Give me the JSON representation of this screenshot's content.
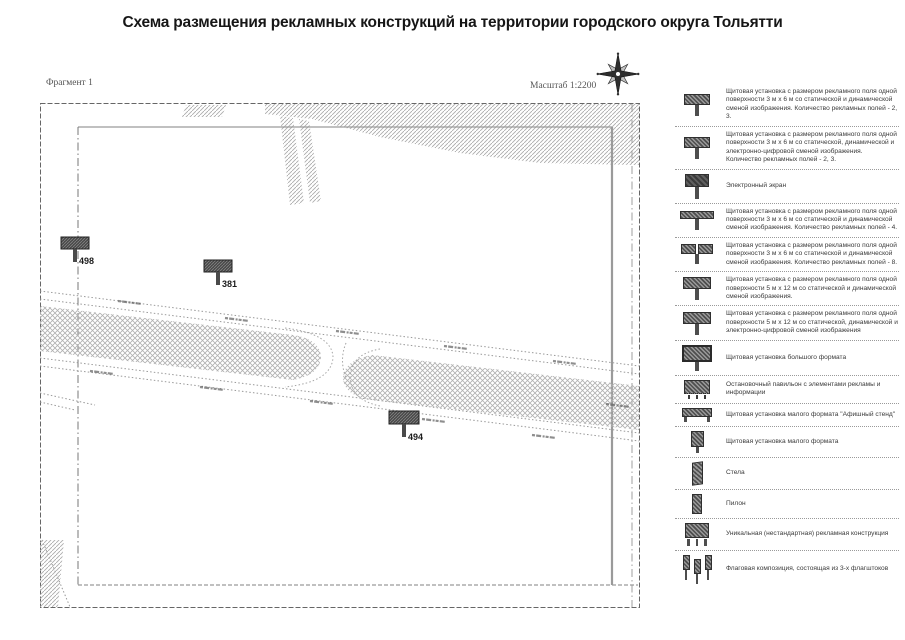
{
  "title": "Схема размещения рекламных конструкций на территории городского округа Тольятти",
  "map": {
    "fragment_label": "Фрагмент 1",
    "scale_label": "Масштаб 1:2200",
    "markers": [
      {
        "id": "498"
      },
      {
        "id": "381"
      },
      {
        "id": "494"
      }
    ]
  },
  "legend": {
    "items": [
      {
        "icon": "billboard-3x6-icon",
        "text": "Щитовая установка с размером рекламного поля одной поверхности 3 м х 6 м со статической и динамической сменой изображения. Количество рекламных полей - 2, 3."
      },
      {
        "icon": "billboard-3x6-digital-icon",
        "text": "Щитовая установка с размером рекламного поля одной поверхности 3 м х 6 м со статической, динамической и электронно-цифровой сменой изображения. Количество рекламных полей - 2, 3."
      },
      {
        "icon": "electronic-screen-icon",
        "text": "Электронный экран"
      },
      {
        "icon": "billboard-3x6-4fields-icon",
        "text": "Щитовая установка с размером рекламного поля одной поверхности 3 м х 6 м со статической и динамической сменой изображения. Количество рекламных полей - 4."
      },
      {
        "icon": "billboard-3x6-8fields-icon",
        "text": "Щитовая установка с размером рекламного поля одной поверхности 3 м х 6 м со статической и динамической сменой изображения. Количество рекламных полей - 8."
      },
      {
        "icon": "billboard-5x12-icon",
        "text": "Щитовая установка с размером рекламного поля одной поверхности 5 м х 12 м со статической и динамической сменой изображения."
      },
      {
        "icon": "billboard-5x12-digital-icon",
        "text": "Щитовая установка с размером рекламного поля одной поверхности 5 м х 12 м со статической, динамической и электронно-цифровой сменой изображения"
      },
      {
        "icon": "large-format-billboard-icon",
        "text": "Щитовая установка большого формата"
      },
      {
        "icon": "bus-stop-pavilion-icon",
        "text": "Остановочный павильон с элементами рекламы и информации"
      },
      {
        "icon": "poster-stand-icon",
        "text": "Щитовая установка малого формата \"Афишный стенд\""
      },
      {
        "icon": "small-format-billboard-icon",
        "text": "Щитовая установка малого формата"
      },
      {
        "icon": "stela-icon",
        "text": "Стела"
      },
      {
        "icon": "pilon-icon",
        "text": "Пилон"
      },
      {
        "icon": "unique-construction-icon",
        "text": "Уникальная (нестандартная) рекламная конструкция"
      },
      {
        "icon": "flag-composition-icon",
        "text": "Флаговая композиция, состоящая из 3-х флагштоков"
      }
    ]
  },
  "colors": {
    "road_hatch": "#b0b0b0",
    "marker_dark": "#4a4a4a",
    "map_line": "#999999",
    "text_dark": "#333333"
  }
}
